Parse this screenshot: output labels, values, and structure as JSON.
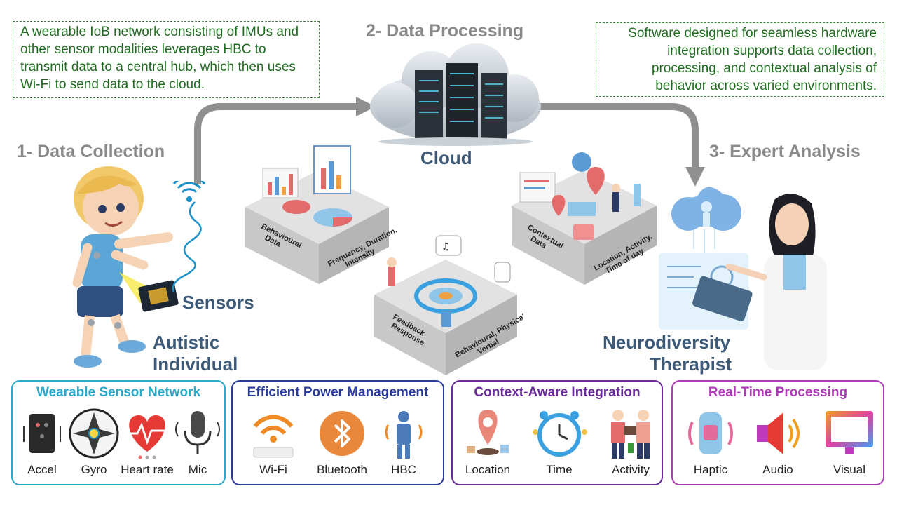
{
  "notes": {
    "left": "A wearable IoB network consisting of IMUs and other sensor modalities leverages HBC to transmit data to a central hub, which then uses Wi-Fi to send data to the cloud.",
    "right": "Software designed for seamless hardware integration supports data collection, processing, and contextual analysis of behavior across varied environments."
  },
  "stages": {
    "collection": "1- Data Collection",
    "processing": "2- Data Processing",
    "analysis": "3- Expert Analysis"
  },
  "labels": {
    "cloud": "Cloud",
    "sensors": "Sensors",
    "individual_line1": "Autistic",
    "individual_line2": "Individual",
    "therapist_line1": "Neurodiversity",
    "therapist_line2": "Therapist"
  },
  "tiles": {
    "behavioural": {
      "name_line1": "Behavioural",
      "name_line2": "Data",
      "detail_line1": "Frequency, Duration,",
      "detail_line2": "Intensity"
    },
    "contextual": {
      "name_line1": "Contextual",
      "name_line2": "Data",
      "detail_line1": "Location, Activity,",
      "detail_line2": "Time of day"
    },
    "feedback": {
      "name_line1": "Feedback",
      "name_line2": "Response",
      "detail_line1": "Behavioural, Physical,",
      "detail_line2": "Verbal"
    }
  },
  "panels": [
    {
      "title": "Wearable Sensor Network",
      "color": "#2aa9c9",
      "items": [
        {
          "label": "Accel",
          "icon": "accelerometer-icon"
        },
        {
          "label": "Gyro",
          "icon": "gyroscope-icon"
        },
        {
          "label": "Heart rate",
          "icon": "heart-rate-icon"
        },
        {
          "label": "Mic",
          "icon": "microphone-icon"
        }
      ]
    },
    {
      "title": "Efficient Power Management",
      "color": "#2a3a9a",
      "items": [
        {
          "label": "Wi-Fi",
          "icon": "wifi-icon"
        },
        {
          "label": "Bluetooth",
          "icon": "bluetooth-icon"
        },
        {
          "label": "HBC",
          "icon": "human-body-communication-icon"
        }
      ]
    },
    {
      "title": "Context-Aware Integration",
      "color": "#6a2a9a",
      "items": [
        {
          "label": "Location",
          "icon": "location-pin-icon"
        },
        {
          "label": "Time",
          "icon": "alarm-clock-icon"
        },
        {
          "label": "Activity",
          "icon": "people-activity-icon"
        }
      ]
    },
    {
      "title": "Real-Time Processing",
      "color": "#b03ab8",
      "items": [
        {
          "label": "Haptic",
          "icon": "haptic-icon"
        },
        {
          "label": "Audio",
          "icon": "speaker-icon"
        },
        {
          "label": "Visual",
          "icon": "monitor-icon"
        }
      ]
    }
  ]
}
